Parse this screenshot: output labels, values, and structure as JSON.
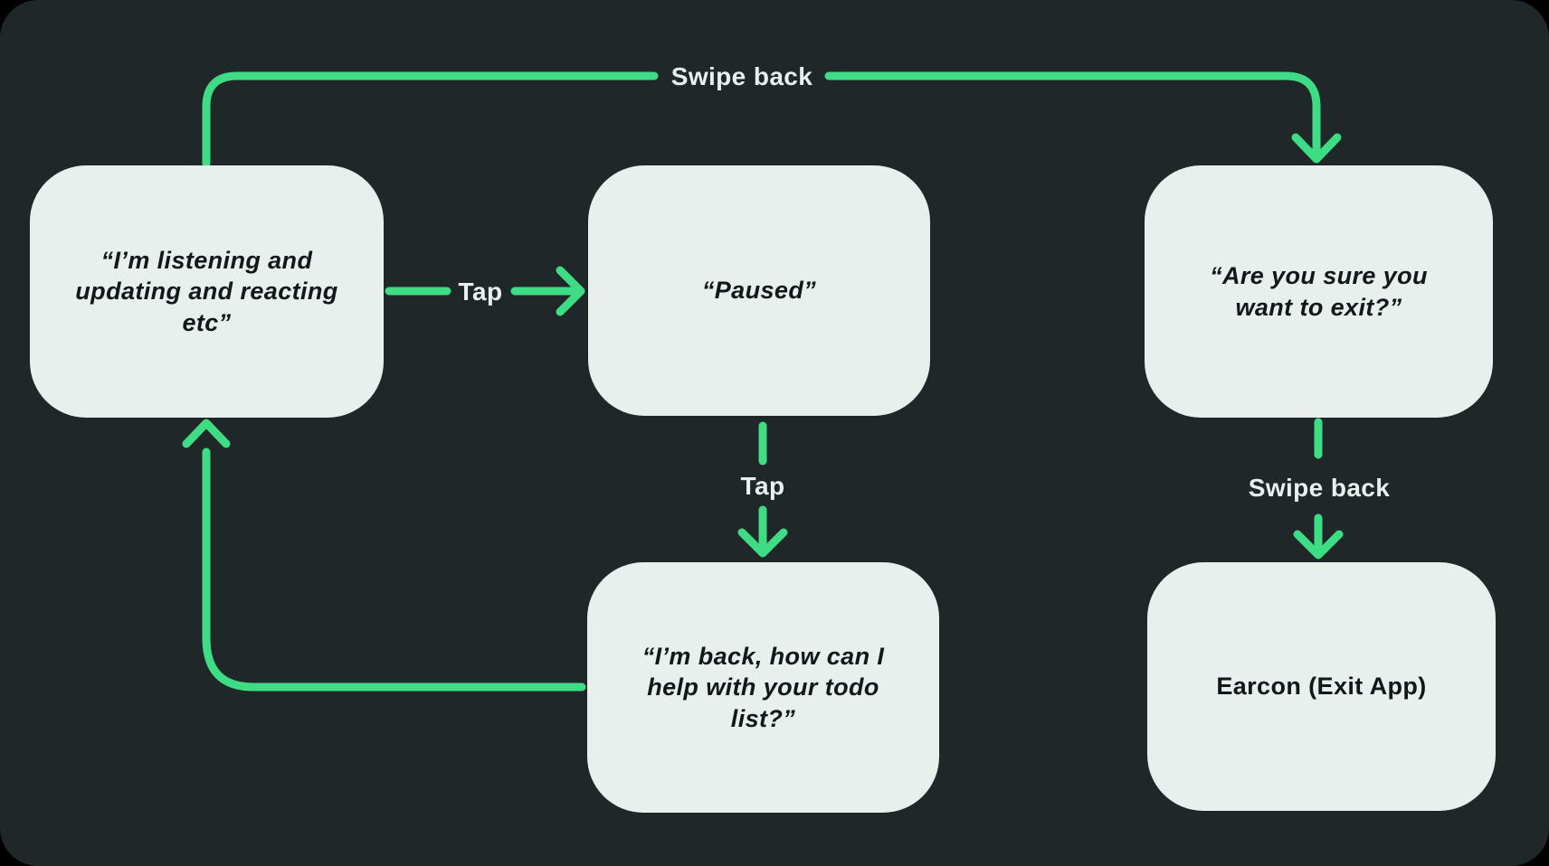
{
  "theme": {
    "outer_bg": "#000000",
    "panel_bg": "#1f2729",
    "accent": "#3fdc86",
    "node_fill": "#e8efec",
    "node_text_color": "#10181a",
    "edge_label_color": "#eaf0ee"
  },
  "nodes": [
    {
      "id": "listening",
      "text": "“I’m listening and updating and reacting etc”"
    },
    {
      "id": "paused",
      "text": "“Paused”"
    },
    {
      "id": "exit-confirm",
      "text": "“Are you sure you want to exit?”"
    },
    {
      "id": "resume",
      "text": "“I’m back, how can I help with your todo list?”"
    },
    {
      "id": "earcon",
      "text": "Earcon (Exit App)"
    }
  ],
  "edge_labels": [
    {
      "id": "swipe-back-top",
      "text": "Swipe back"
    },
    {
      "id": "tap-right",
      "text": "Tap"
    },
    {
      "id": "tap-down",
      "text": "Tap"
    },
    {
      "id": "swipe-back-right",
      "text": "Swipe back"
    }
  ]
}
